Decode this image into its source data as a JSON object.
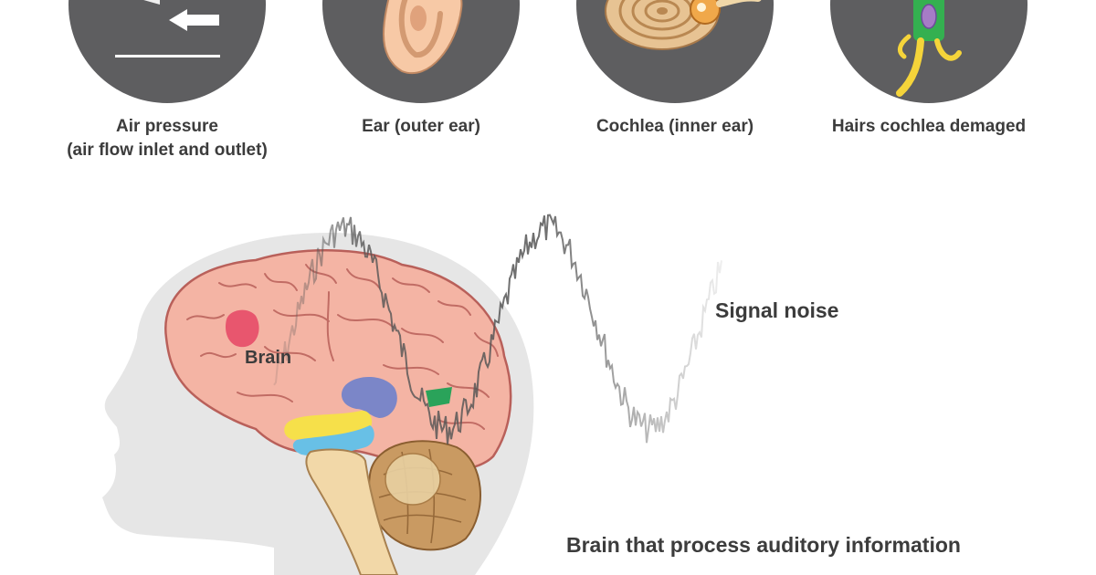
{
  "stages": [
    {
      "id": "air",
      "caption_line1": "Air pressure",
      "caption_line2": "(air flow inlet and outlet)",
      "icon": "arrows-icon"
    },
    {
      "id": "ear",
      "caption_line1": "Ear (outer ear)",
      "caption_line2": "",
      "icon": "ear-icon"
    },
    {
      "id": "cochlea",
      "caption_line1": "Cochlea (inner ear)",
      "caption_line2": "",
      "icon": "cochlea-icon"
    },
    {
      "id": "hairs",
      "caption_line1": "Hairs cochlea demaged",
      "caption_line2": "",
      "icon": "hair-cell-icon"
    }
  ],
  "labels": {
    "brain": "Brain",
    "signal_noise": "Signal noise",
    "brain_process": "Brain that process auditory information"
  },
  "colors": {
    "circle": "#5e5e60",
    "text": "#3c3c3c",
    "brain": "#f4b4a4",
    "brain_outline": "#b9605a",
    "head": "#e6e6e6",
    "pink_region": "#e8566e",
    "purple_region": "#7b86c8",
    "green_region": "#2aa35a",
    "yellow_region": "#f6e04a",
    "blue_region": "#68c0e6",
    "brainstem": "#f2d8a8",
    "cerebellum": "#c99a62",
    "wave": "#555555"
  }
}
